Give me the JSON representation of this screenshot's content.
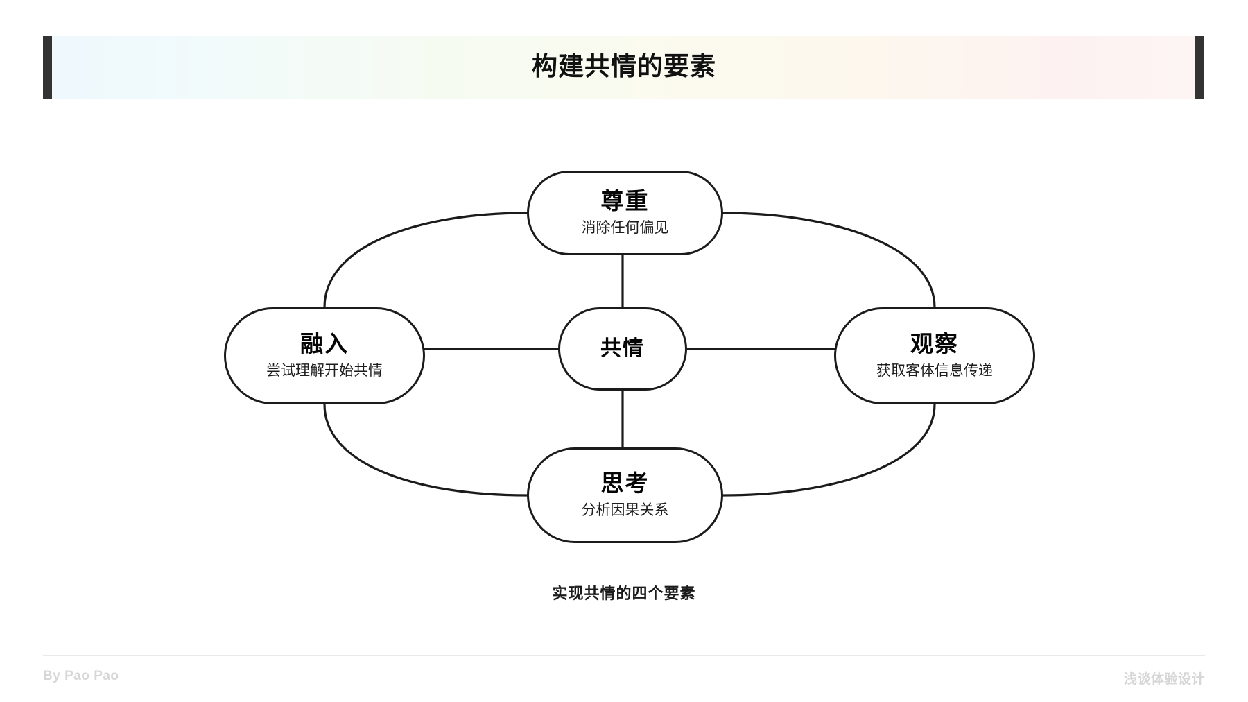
{
  "header": {
    "title": "构建共情的要素",
    "accent_bar_color": "#333333",
    "band_gradient_from": "#eef8fd",
    "band_gradient_to": "#fdf4f4"
  },
  "diagram": {
    "type": "hub-and-spoke",
    "center": {
      "id": "empathy",
      "title": "共情",
      "subtitle": ""
    },
    "nodes": [
      {
        "id": "respect",
        "title": "尊重",
        "subtitle": "消除任何偏见",
        "position": "top"
      },
      {
        "id": "involve",
        "title": "融入",
        "subtitle": "尝试理解开始共情",
        "position": "left"
      },
      {
        "id": "observe",
        "title": "观察",
        "subtitle": "获取客体信息传递",
        "position": "right"
      },
      {
        "id": "think",
        "title": "思考",
        "subtitle": "分析因果关系",
        "position": "bottom"
      }
    ],
    "connections": [
      {
        "from": "empathy",
        "to": "respect",
        "style": "straight"
      },
      {
        "from": "empathy",
        "to": "involve",
        "style": "straight"
      },
      {
        "from": "empathy",
        "to": "observe",
        "style": "straight"
      },
      {
        "from": "empathy",
        "to": "think",
        "style": "straight"
      },
      {
        "from": "respect",
        "to": "involve",
        "style": "curved"
      },
      {
        "from": "respect",
        "to": "observe",
        "style": "curved"
      },
      {
        "from": "think",
        "to": "involve",
        "style": "curved"
      },
      {
        "from": "think",
        "to": "observe",
        "style": "curved"
      }
    ],
    "stroke_color": "#1b1b1b",
    "fill_color": "#ffffff"
  },
  "caption": "实现共情的四个要素",
  "footer": {
    "left": "By Pao Pao",
    "right": "浅谈体验设计",
    "text_color": "#d6d6d6",
    "divider_color": "#e8e8e8"
  }
}
